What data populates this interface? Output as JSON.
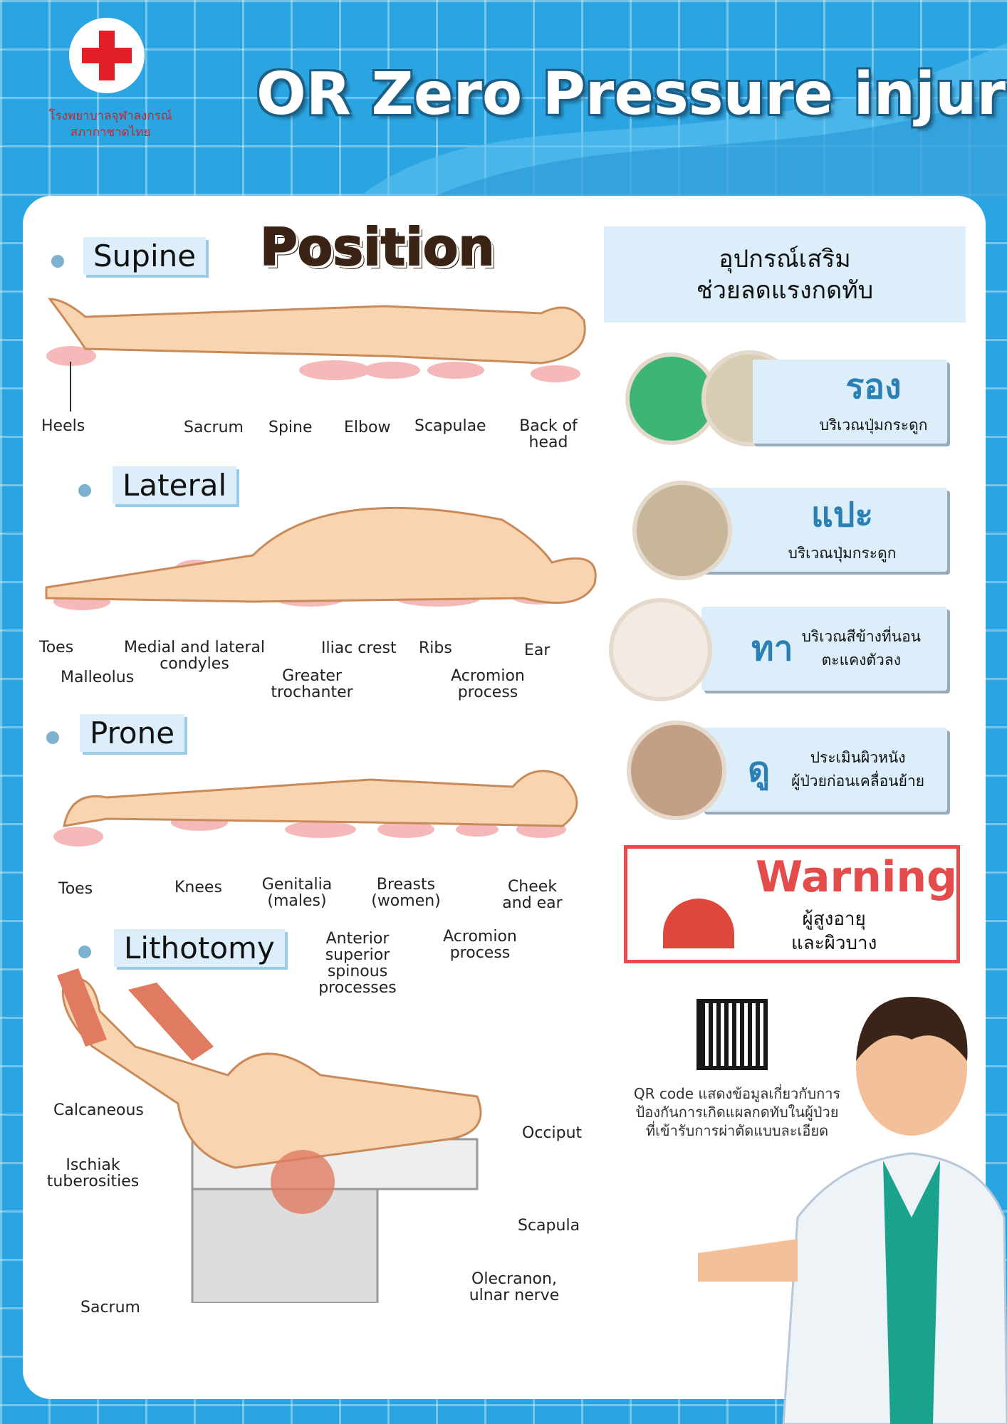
{
  "header": {
    "title": "OR Zero Pressure injury",
    "hospital_line1": "โรงพยาบาลจุฬาลงกรณ์",
    "hospital_line2": "สภากาชาดไทย",
    "logo": "red-cross-logo"
  },
  "position_title": "Position",
  "sections": {
    "supine": {
      "label": "Supine",
      "points": [
        "Heels",
        "Sacrum",
        "Spine",
        "Elbow",
        "Scapulae",
        "Back of head"
      ]
    },
    "lateral": {
      "label": "Lateral",
      "points": [
        "Toes",
        "Malleolus",
        "Medial and lateral condyles",
        "Greater trochanter",
        "Iliac crest",
        "Ribs",
        "Acromion process",
        "Ear"
      ]
    },
    "prone": {
      "label": "Prone",
      "points": [
        "Toes",
        "Knees",
        "Genitalia (males)",
        "Anterior superior spinous processes",
        "Breasts (women)",
        "Acromion process",
        "Cheek and ear"
      ]
    },
    "lithotomy": {
      "label": "Lithotomy",
      "points": [
        "Calcaneous",
        "Ischiak tuberosities",
        "Sacrum",
        "Occiput",
        "Scapula",
        "Olecranon, ulnar nerve"
      ]
    }
  },
  "equipment": {
    "heading_line1": "อุปกรณ์เสริม",
    "heading_line2": "ช่วยลดแรงกดทับ",
    "items": [
      {
        "action": "รอง",
        "desc1": "บริเวณปุ่มกระดูก",
        "desc2": ""
      },
      {
        "action": "แปะ",
        "desc1": "บริเวณปุ่มกระดูก",
        "desc2": ""
      },
      {
        "action": "ทา",
        "desc1": "บริเวณสีข้างที่นอน",
        "desc2": "ตะแคงตัวลง"
      },
      {
        "action": "ดู",
        "desc1": "ประเมินผิวหนัง",
        "desc2": "ผู้ป่วยก่อนเคลื่อนย้าย"
      }
    ]
  },
  "warning": {
    "title": "Warning",
    "line1": "ผู้สูงอายุ",
    "line2": "และผิวบาง"
  },
  "qr": {
    "line1": "QR code แสดงข้อมูลเกี่ยวกับการ",
    "line2": "ป้องกันการเกิดแผลกดทับในผู้ป่วย",
    "line3": "ที่เข้ารับการผ่าตัดแบบละเอียด"
  },
  "colors": {
    "background": "#2ba4e2",
    "accent": "#2a7fb5",
    "warning": "#e44b4b",
    "pressure": "#f08a8a",
    "body": "#f8d5b0"
  }
}
